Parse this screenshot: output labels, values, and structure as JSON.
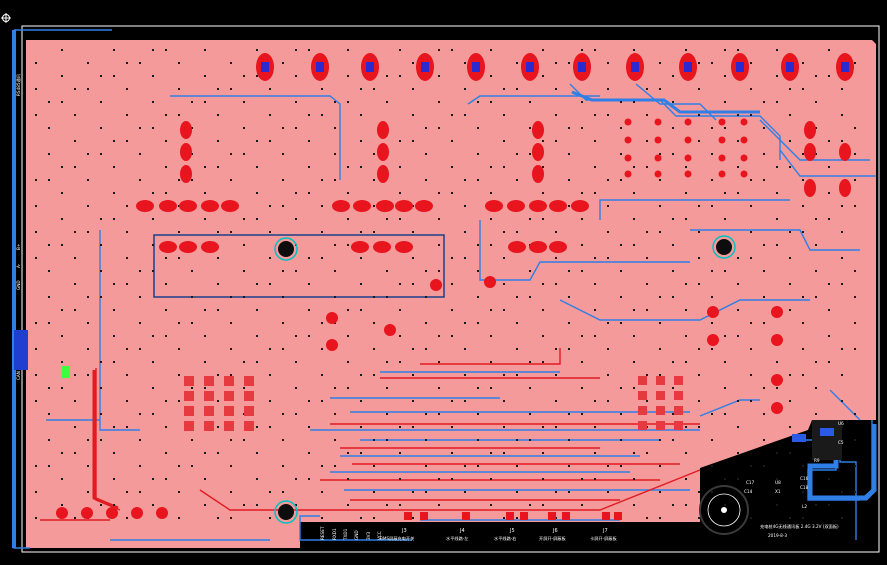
{
  "view": {
    "kind": "pcb-layout-canvas",
    "colors": {
      "background": "#000000",
      "copper_pour": "#f59a9a",
      "top_pad": "#e8141e",
      "pad_ring": "#c80f14",
      "bottom_trace": "#2f7fe6",
      "top_trace": "#e11b22",
      "board_outline": "#ffffff",
      "via_hole": "#1a1a1a",
      "mounting_hole": "#00c0c0"
    }
  },
  "silkscreen": {
    "connector_labels": [
      "J3",
      "J4",
      "J5",
      "J6",
      "J7"
    ],
    "connector_functions": [
      "BMS屏蔽充电开关",
      "水平线路-左",
      "水平线路-右",
      "开屏开-屏蔽板",
      "卡屏开-屏蔽板"
    ],
    "ic_labels": [
      "C17",
      "C14",
      "U8",
      "X1",
      "C16",
      "C18",
      "L2",
      "U6",
      "C5",
      "R9"
    ],
    "signal_labels": [
      "RESET",
      "RXD1",
      "TXD1",
      "GND",
      "3V3",
      "VCC"
    ],
    "left_edge_labels": [
      "RS485通讯",
      "B+",
      "A-",
      "GND",
      "CAN"
    ],
    "title_line": "充电桩4G无线通讯板 2.4G 3.2V (双面板)",
    "date_line": "2019-8-3"
  }
}
